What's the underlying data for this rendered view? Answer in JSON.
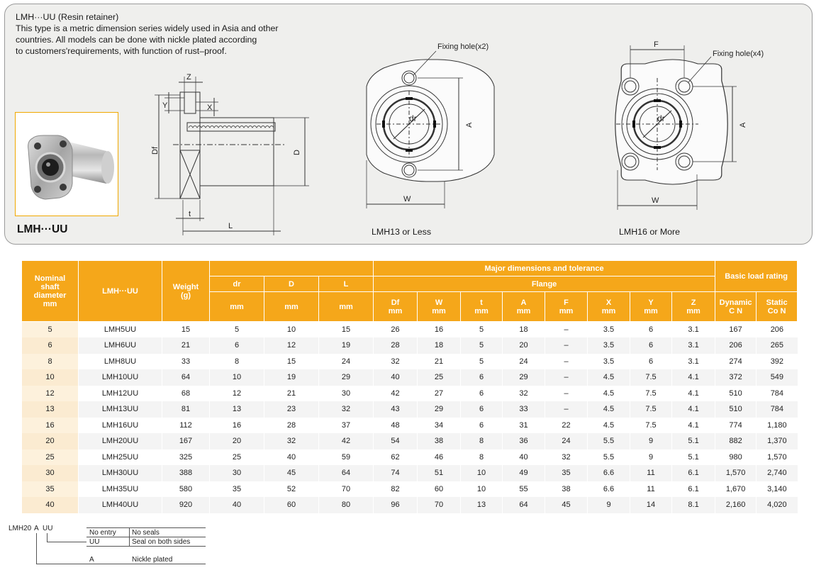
{
  "intro": {
    "heading": "LMH···UU (Resin retainer)",
    "line1": "This type is a metric dimension series widely used in Asia and other",
    "line2": "countries. All models can be done with nickle plated according",
    "line3": "to customers'requirements, with function of rust–proof."
  },
  "product_label": "LMH···UU",
  "side_view": {
    "z": "Z",
    "y": "Y",
    "x": "X",
    "df": "Df",
    "d": "D",
    "t": "t",
    "l": "L"
  },
  "front_small": {
    "callout": "Fixing hole(x2)",
    "dr": "dr",
    "a": "A",
    "w": "W",
    "caption": "LMH13 or Less"
  },
  "front_large": {
    "callout": "Fixing hole(x4)",
    "f": "F",
    "dr": "dr",
    "a": "A",
    "w": "W",
    "caption": "LMH16 or More"
  },
  "table": {
    "h_nominal": "Nominal shaft diameter mm",
    "h_model": "LMH···UU",
    "h_weight": "Weight (g)",
    "h_major": "Major dimensions and tolerance",
    "h_flange": "Flange",
    "h_load": "Basic load rating",
    "h_dr": "dr",
    "h_D": "D",
    "h_L": "L",
    "h_mm": "mm",
    "h_Df": "Df",
    "h_W": "W",
    "h_t": "t",
    "h_A": "A",
    "h_F": "F",
    "h_X": "X",
    "h_Y": "Y",
    "h_Z": "Z",
    "h_dynamic": "Dynamic",
    "h_dynamic_unit": "C N",
    "h_static": "Static",
    "h_static_unit": "Co N",
    "rows": [
      [
        "5",
        "LMH5UU",
        "15",
        "5",
        "10",
        "15",
        "26",
        "16",
        "5",
        "18",
        "–",
        "3.5",
        "6",
        "3.1",
        "167",
        "206"
      ],
      [
        "6",
        "LMH6UU",
        "21",
        "6",
        "12",
        "19",
        "28",
        "18",
        "5",
        "20",
        "–",
        "3.5",
        "6",
        "3.1",
        "206",
        "265"
      ],
      [
        "8",
        "LMH8UU",
        "33",
        "8",
        "15",
        "24",
        "32",
        "21",
        "5",
        "24",
        "–",
        "3.5",
        "6",
        "3.1",
        "274",
        "392"
      ],
      [
        "10",
        "LMH10UU",
        "64",
        "10",
        "19",
        "29",
        "40",
        "25",
        "6",
        "29",
        "–",
        "4.5",
        "7.5",
        "4.1",
        "372",
        "549"
      ],
      [
        "12",
        "LMH12UU",
        "68",
        "12",
        "21",
        "30",
        "42",
        "27",
        "6",
        "32",
        "–",
        "4.5",
        "7.5",
        "4.1",
        "510",
        "784"
      ],
      [
        "13",
        "LMH13UU",
        "81",
        "13",
        "23",
        "32",
        "43",
        "29",
        "6",
        "33",
        "–",
        "4.5",
        "7.5",
        "4.1",
        "510",
        "784"
      ],
      [
        "16",
        "LMH16UU",
        "112",
        "16",
        "28",
        "37",
        "48",
        "34",
        "6",
        "31",
        "22",
        "4.5",
        "7.5",
        "4.1",
        "774",
        "1,180"
      ],
      [
        "20",
        "LMH20UU",
        "167",
        "20",
        "32",
        "42",
        "54",
        "38",
        "8",
        "36",
        "24",
        "5.5",
        "9",
        "5.1",
        "882",
        "1,370"
      ],
      [
        "25",
        "LMH25UU",
        "325",
        "25",
        "40",
        "59",
        "62",
        "46",
        "8",
        "40",
        "32",
        "5.5",
        "9",
        "5.1",
        "980",
        "1,570"
      ],
      [
        "30",
        "LMH30UU",
        "388",
        "30",
        "45",
        "64",
        "74",
        "51",
        "10",
        "49",
        "35",
        "6.6",
        "11",
        "6.1",
        "1,570",
        "2,740"
      ],
      [
        "35",
        "LMH35UU",
        "580",
        "35",
        "52",
        "70",
        "82",
        "60",
        "10",
        "55",
        "38",
        "6.6",
        "11",
        "6.1",
        "1,670",
        "3,140"
      ],
      [
        "40",
        "LMH40UU",
        "920",
        "40",
        "60",
        "80",
        "96",
        "70",
        "13",
        "64",
        "45",
        "9",
        "14",
        "8.1",
        "2,160",
        "4,020"
      ]
    ]
  },
  "order_code": {
    "base": "LMH20",
    "opt_a": "A",
    "opt_uu": "UU",
    "r1_code": "No entry",
    "r1_desc": "No seals",
    "r2_code": "UU",
    "r2_desc": "Seal on both sides",
    "r3_code": "A",
    "r3_desc": "Nickle plated"
  },
  "colors": {
    "header_orange": "#f5a71a",
    "first_col_tint": "#fdf1dc",
    "panel_bg": "#efefed"
  }
}
